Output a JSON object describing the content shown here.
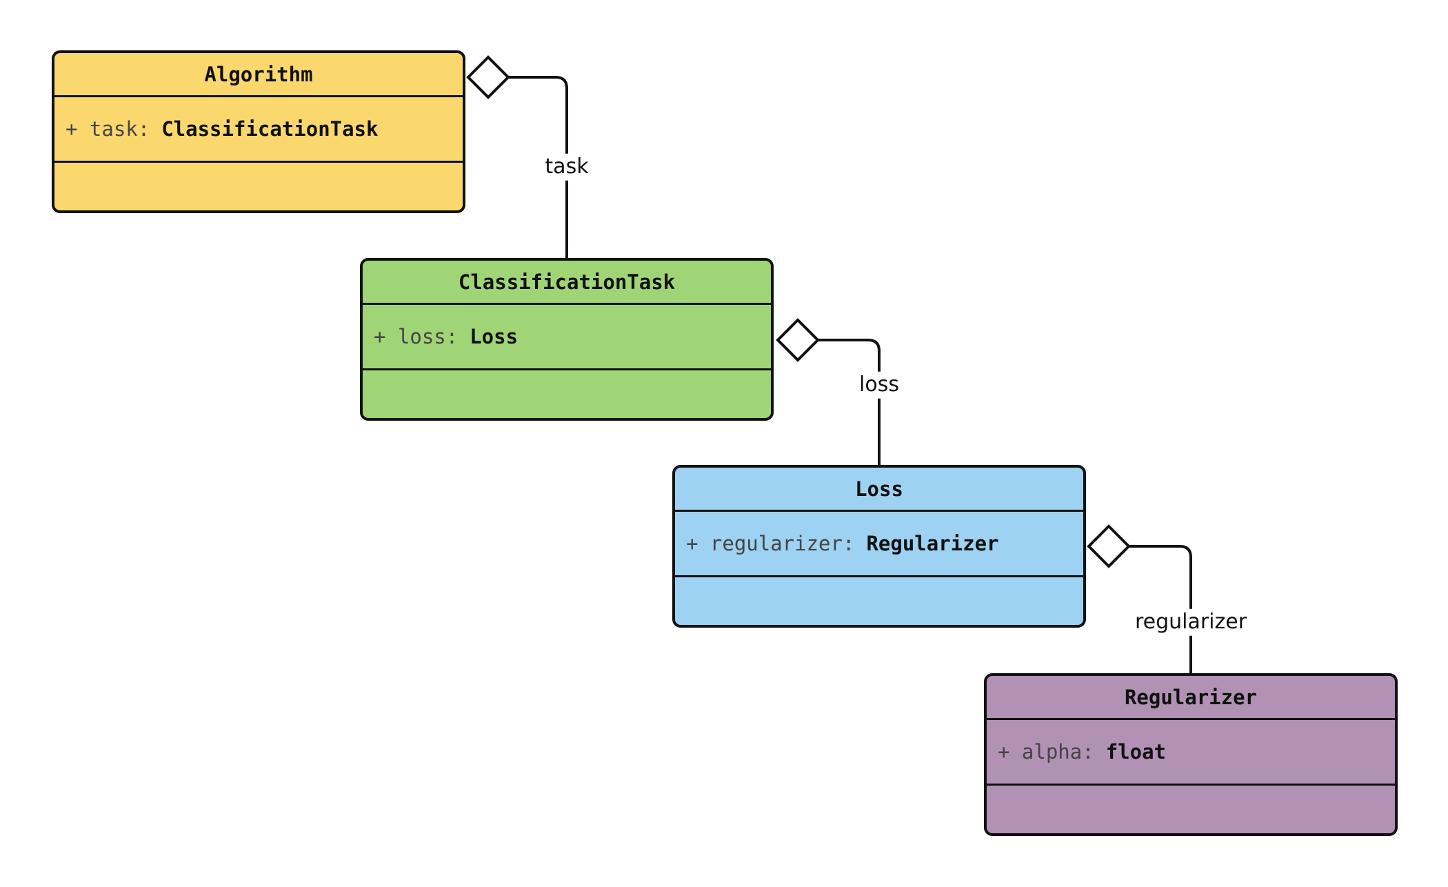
{
  "diagram": {
    "type": "uml-class-diagram",
    "classes": [
      {
        "name": "Algorithm",
        "fill": "#FAD86E",
        "attribute": {
          "name": "+ task:",
          "type": "ClassificationTask"
        }
      },
      {
        "name": "ClassificationTask",
        "fill": "#A0D577",
        "attribute": {
          "name": "+ loss:",
          "type": "Loss"
        }
      },
      {
        "name": "Loss",
        "fill": "#9ED2F2",
        "attribute": {
          "name": "+ regularizer:",
          "type": "Regularizer"
        }
      },
      {
        "name": "Regularizer",
        "fill": "#B292B4",
        "attribute": {
          "name": "+ alpha:",
          "type": "float"
        }
      }
    ],
    "relations": [
      {
        "from": "Algorithm",
        "to": "ClassificationTask",
        "label": "task",
        "kind": "aggregation"
      },
      {
        "from": "ClassificationTask",
        "to": "Loss",
        "label": "loss",
        "kind": "aggregation"
      },
      {
        "from": "Loss",
        "to": "Regularizer",
        "label": "regularizer",
        "kind": "aggregation"
      }
    ],
    "colors": {
      "line": "#111111",
      "diamond_fill": "#ffffff",
      "attribute_name_text": "#444444",
      "text": "#111111",
      "background": "#ffffff"
    }
  }
}
